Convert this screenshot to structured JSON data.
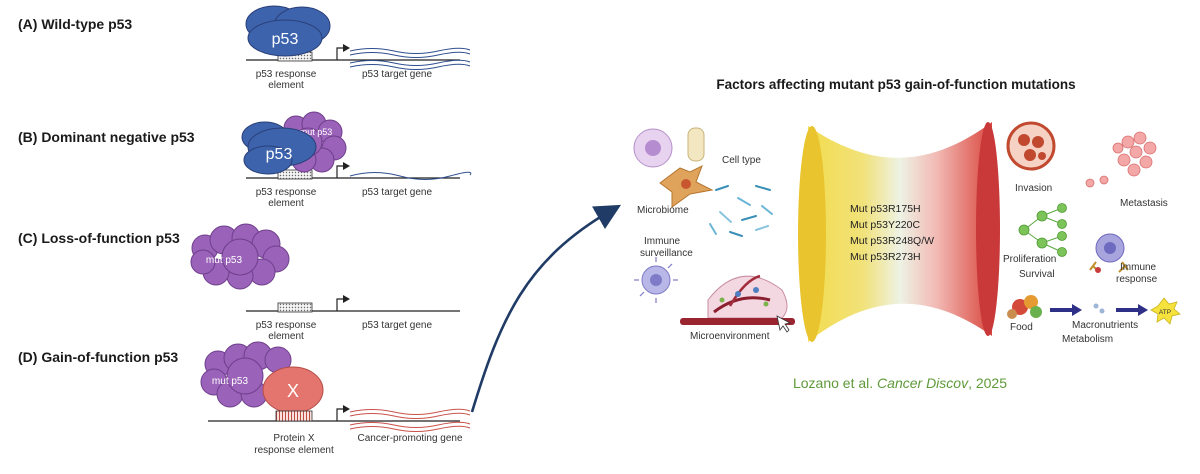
{
  "panels": [
    {
      "heading": "(A) Wild-type p53",
      "protein": "p53",
      "element": [
        "p53 response",
        "element"
      ],
      "gene": "p53 target gene"
    },
    {
      "heading": "(B) Dominant negative p53",
      "protein": "p53",
      "mutant": "mut p53",
      "element": [
        "p53 response",
        "element"
      ],
      "gene": "p53 target gene"
    },
    {
      "heading": "(C) Loss-of-function p53",
      "mutant": "mut p53",
      "element": [
        "p53 response",
        "element"
      ],
      "gene": "p53 target gene"
    },
    {
      "heading": "(D) Gain-of-function p53",
      "mutant": "mut p53",
      "protein_x": "X",
      "element": [
        "Protein X",
        "response element"
      ],
      "gene": "Cancer-promoting gene"
    }
  ],
  "right": {
    "title": "Factors affecting mutant p53 gain-of-function mutations",
    "left_labels": {
      "cell_type": "Cell type",
      "microbiome": "Microbiome",
      "immune": [
        "Immune",
        "surveillance"
      ],
      "microenvironment": "Microenvironment"
    },
    "mutations": [
      "Mut p53R175H",
      "Mut p53Y220C",
      "Mut p53R248Q/W",
      "Mut p53R273H"
    ],
    "right_labels": {
      "invasion": "Invasion",
      "metastasis": "Metastasis",
      "proliferation": "Proliferation",
      "survival": "Survival",
      "immune_response": [
        "Immune",
        "response"
      ],
      "food": "Food",
      "macronutrients": "Macronutrients",
      "atp": "ATP",
      "metabolism": "Metabolism"
    },
    "citation": {
      "authors": "Lozano et al.",
      "journal": "Cancer Discov",
      "year": ", 2025"
    }
  },
  "colors": {
    "blue_protein": "#3d63ad",
    "purple_mutant": "#9a62b8",
    "red_protein": "#e4746e",
    "arrow": "#1f3b66",
    "citation_green": "#5f9a3a",
    "funnel_yellow": "#f2d84b",
    "funnel_red": "#d9483f"
  }
}
